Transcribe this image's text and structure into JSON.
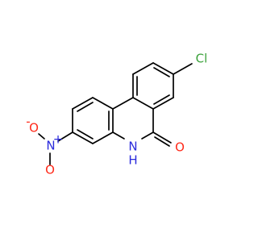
{
  "molecule": {
    "atoms": {
      "cl": {
        "symbol": "Cl",
        "color": "#3ca23c"
      },
      "o_carbonyl": {
        "symbol": "O",
        "color": "#ff2a1a"
      },
      "nh_n": {
        "symbol": "N",
        "color": "#2a2adc"
      },
      "nh_h": {
        "symbol": "H",
        "color": "#2a2adc"
      },
      "nitro_n": {
        "symbol": "N",
        "color": "#2a2adc"
      },
      "nitro_n_charge": {
        "symbol": "+",
        "color": "#2a2adc"
      },
      "nitro_o_top": {
        "symbol": "O",
        "color": "#ff2a1a"
      },
      "nitro_o_top_charge": {
        "symbol": "-",
        "color": "#ff2a1a"
      },
      "nitro_o_bottom": {
        "symbol": "O",
        "color": "#ff2a1a"
      }
    },
    "bond_color": "#000000"
  }
}
